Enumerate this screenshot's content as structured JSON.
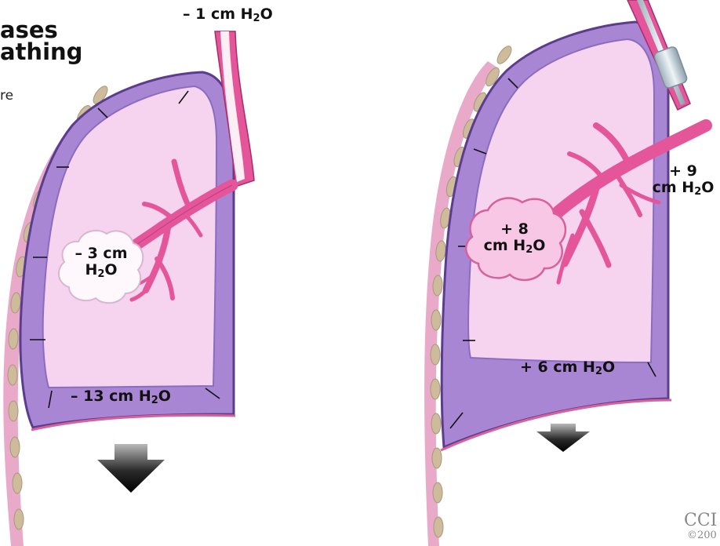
{
  "title": {
    "line1": "ases",
    "line2": "athing"
  },
  "subtitle": "re",
  "left_panel": {
    "airway_pressure": {
      "prefix": "– 1 cm H",
      "sub": "2",
      "suffix": "O"
    },
    "alveolus_pressure": {
      "line1": "– 3 cm",
      "line2_prefix": "H",
      "line2_sub": "2",
      "line2_suffix": "O"
    },
    "pleural_pressure": {
      "prefix": "– 13 cm H",
      "sub": "2",
      "suffix": "O"
    }
  },
  "right_panel": {
    "airway_pressure": {
      "line1": "+ 9",
      "line2_prefix": "cm H",
      "line2_sub": "2",
      "line2_suffix": "O"
    },
    "alveolus_pressure": {
      "line1": "+ 8",
      "line2_prefix": "cm H",
      "line2_sub": "2",
      "line2_suffix": "O"
    },
    "pleural_pressure": {
      "prefix": "+ 6 cm H",
      "sub": "2",
      "suffix": "O"
    }
  },
  "credit": {
    "line1": "CCI",
    "line2": "©200"
  },
  "colors": {
    "lung_fill": "#f6d3ef",
    "pleura_fill": "#a986d4",
    "pleura_edge": "#5b3d8e",
    "airway_fill": "#e4559a",
    "rib_fill": "#cdbb9b",
    "chest_wall": "#e7a1c4"
  }
}
